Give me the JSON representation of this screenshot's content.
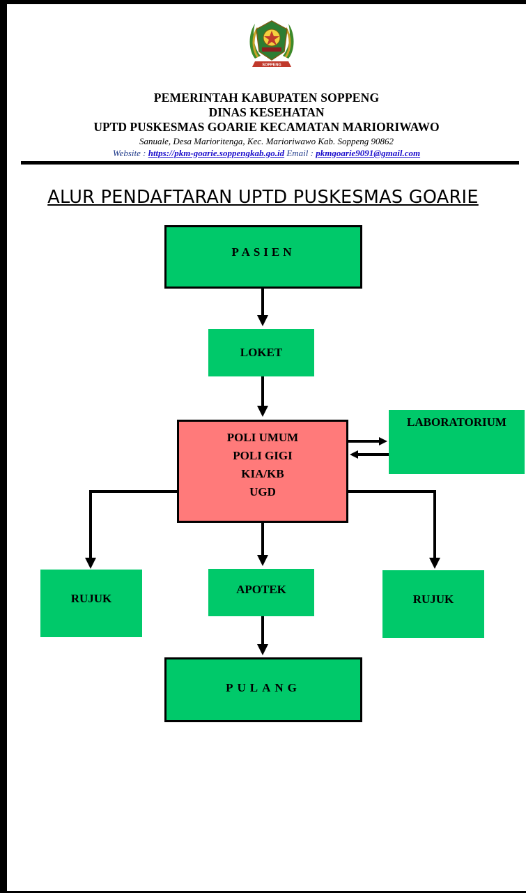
{
  "header": {
    "line1": "PEMERINTAH KABUPATEN SOPPENG",
    "line2": "DINAS KESEHATAN",
    "line3": "UPTD PUSKESMAS GOARIE KECAMATAN MARIORIWAWO",
    "address": "Sanuale, Desa Marioritenga, Kec. Marioriwawo Kab. Soppeng 90862",
    "website_label": "Website : ",
    "website_url": "https://pkm-goarie.soppengkab.go.id",
    "email_label": " Email : ",
    "email": "pkmgoarie9091@gmail.com",
    "logo_text": "SOPPENG"
  },
  "title": "ALUR PENDAFTARAN UPTD PUSKESMAS GOARIE",
  "flow": {
    "pasien": "PASIEN",
    "loket": "LOKET",
    "poli": [
      "POLI UMUM",
      "POLI GIGI",
      "KIA/KB",
      "UGD"
    ],
    "laboratorium": "LABORATORIUM",
    "rujuk_left": "RUJUK",
    "apotek": "APOTEK",
    "rujuk_right": "RUJUK",
    "pulang": "PULANG"
  },
  "colors": {
    "box_green": "#00c96a",
    "poli_red": "#ff7a7a",
    "link_blue": "#1a0dcc"
  }
}
